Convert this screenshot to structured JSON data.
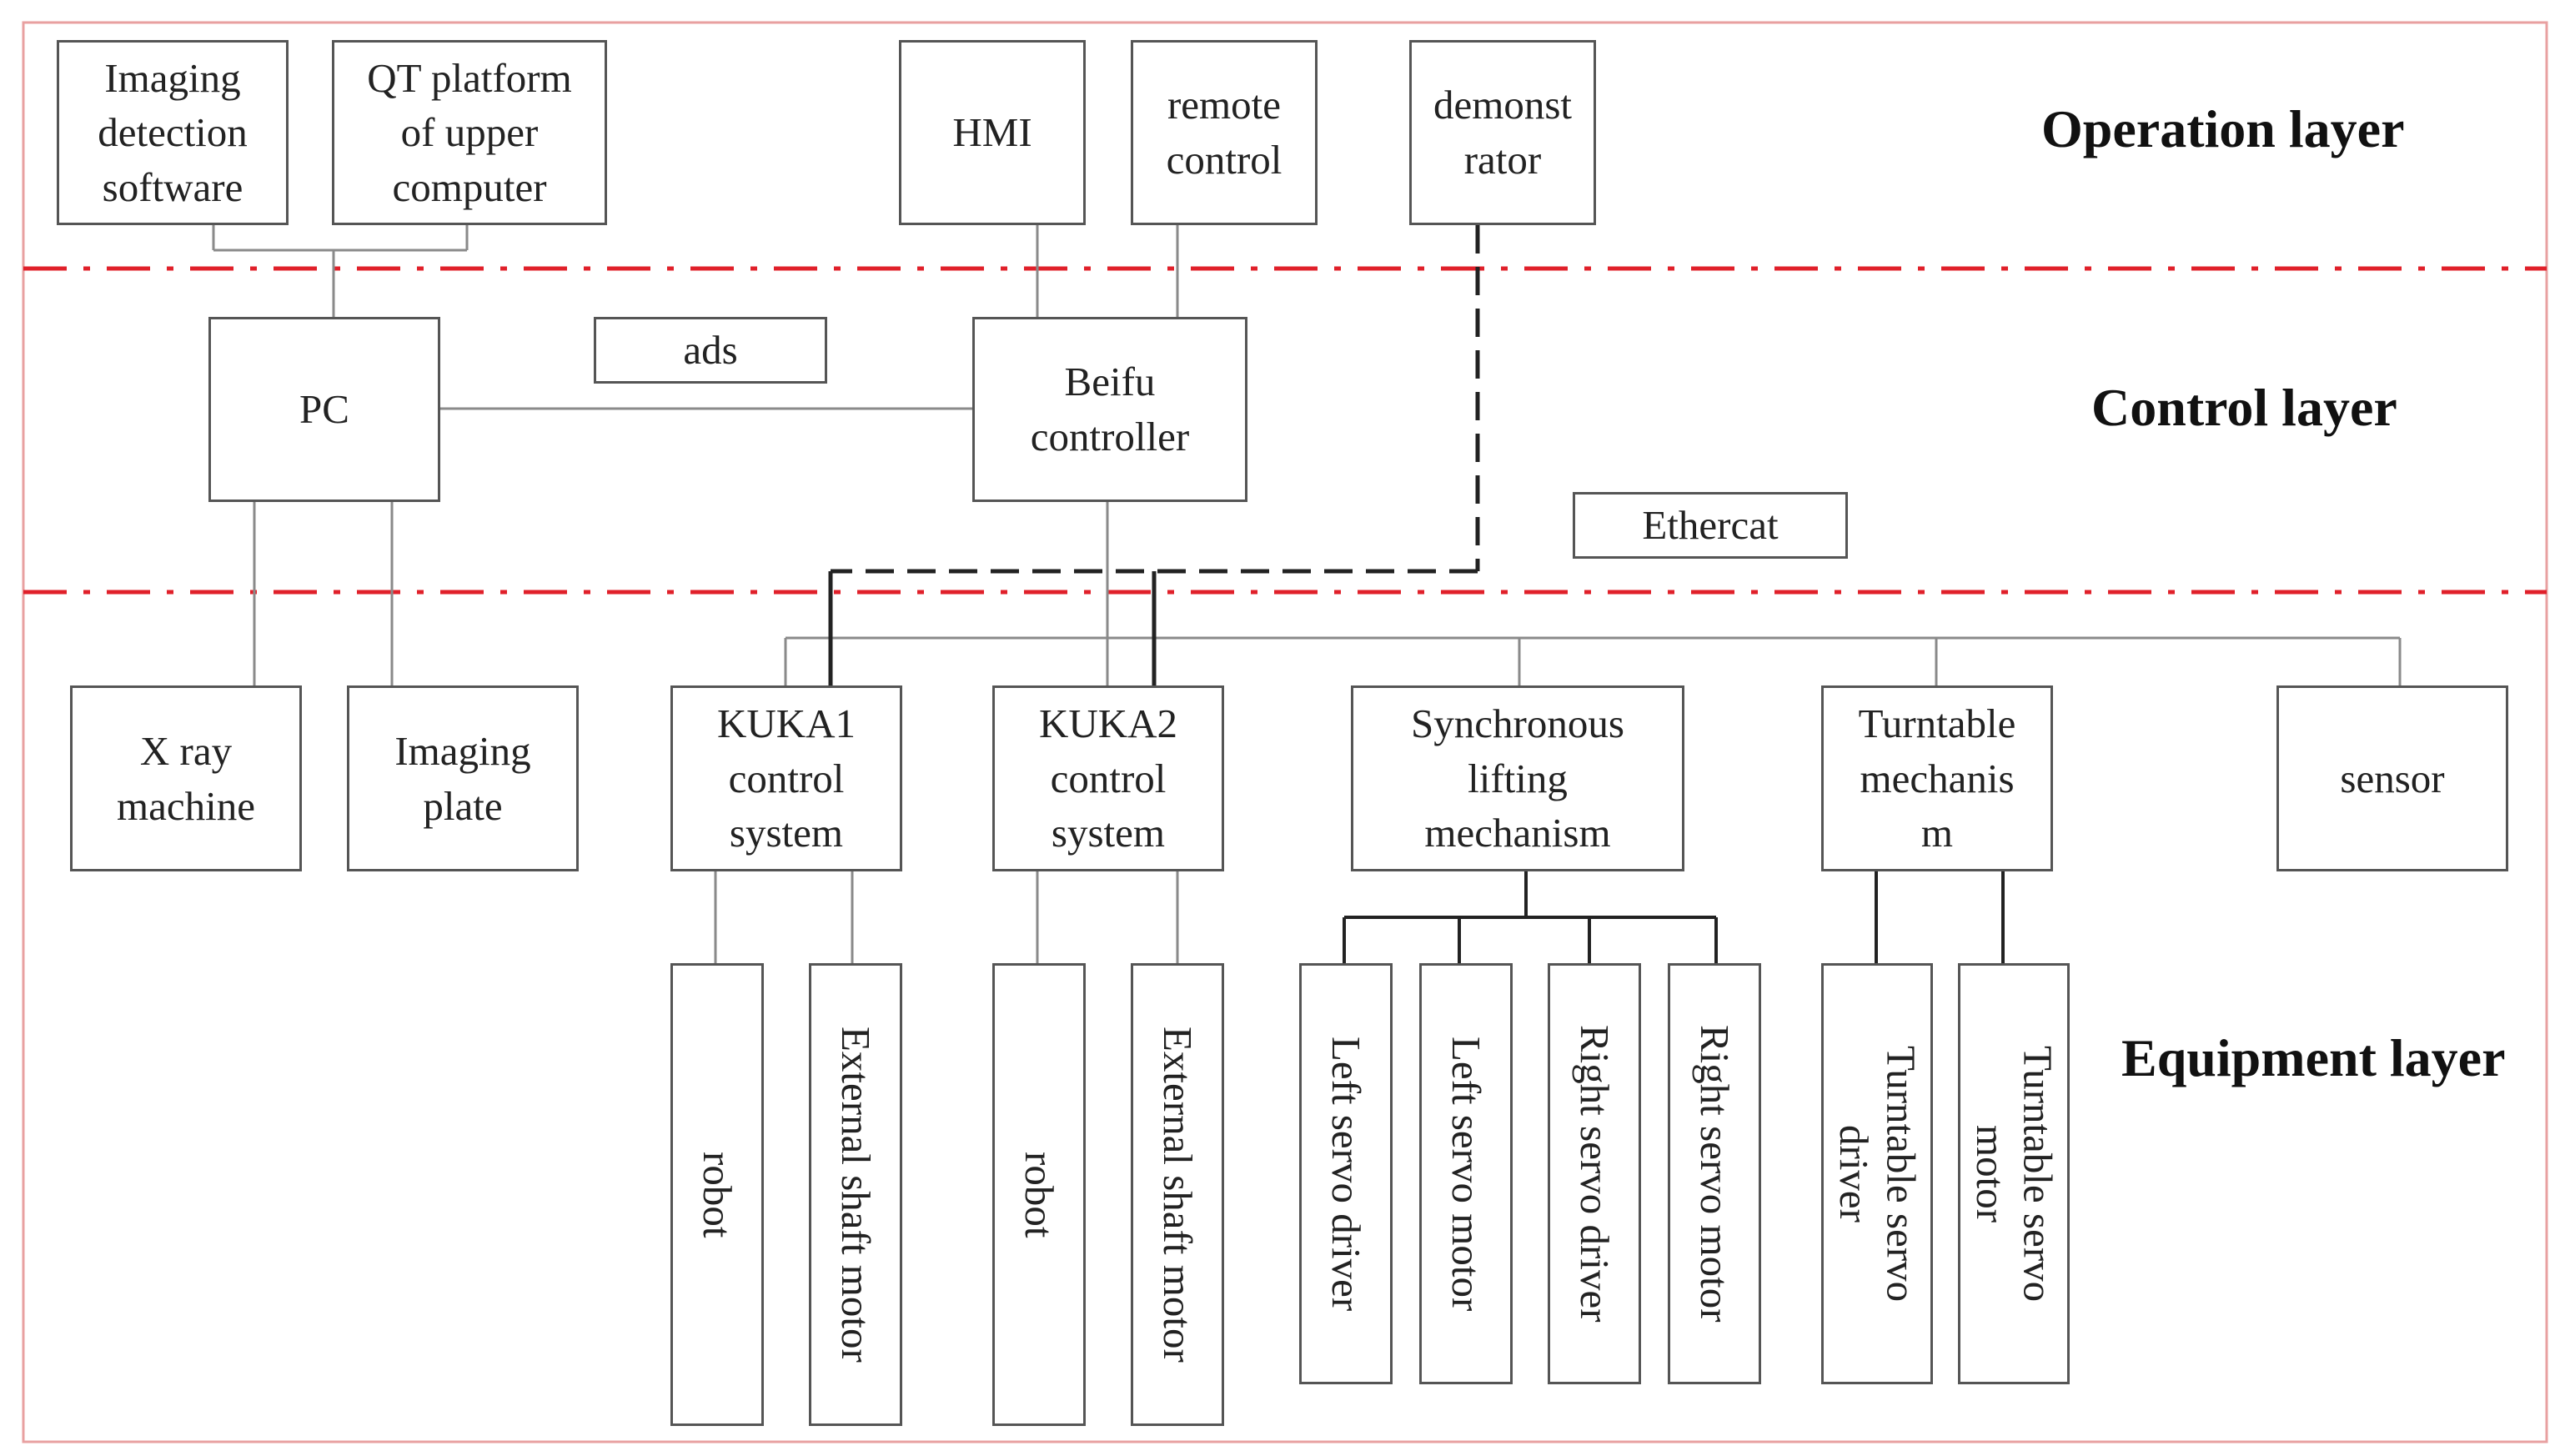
{
  "colors": {
    "frame": "#e8a0a0",
    "separator": "#e0202a",
    "line": "#8a8a8a",
    "dashed": "#222222",
    "box_border": "#555555",
    "text": "#222222"
  },
  "layers": {
    "operation": "Operation layer",
    "control": "Control layer",
    "equipment": "Equipment layer"
  },
  "boxes": {
    "imaging_software": "Imaging\ndetection\nsoftware",
    "qt_platform": "QT platform\nof upper\ncomputer",
    "hmi": "HMI",
    "remote_control": "remote\ncontrol",
    "demonstrator": "demonst\nrator",
    "pc": "PC",
    "ads": "ads",
    "beifu_controller": "Beifu\ncontroller",
    "ethercat": "Ethercat",
    "xray_machine": "X ray\nmachine",
    "imaging_plate": "Imaging\nplate",
    "kuka1": "KUKA1\ncontrol\nsystem",
    "kuka2": "KUKA2\ncontrol\nsystem",
    "sync_lifting": "Synchronous\nlifting\nmechanism",
    "turntable_mechanism": "Turntable\nmechanis\nm",
    "sensor": "sensor",
    "robot1": "robot",
    "ext_shaft_motor1": "External shaft motor",
    "robot2": "robot",
    "ext_shaft_motor2": "External shaft motor",
    "left_servo_driver": "Left servo driver",
    "left_servo_motor": "Left servo motor",
    "right_servo_driver": "Right servo driver",
    "right_servo_motor": "Right servo motor",
    "turntable_servo_driver": "Turntable servo\ndriver",
    "turntable_servo_motor": "Turntable servo\nmotor"
  }
}
